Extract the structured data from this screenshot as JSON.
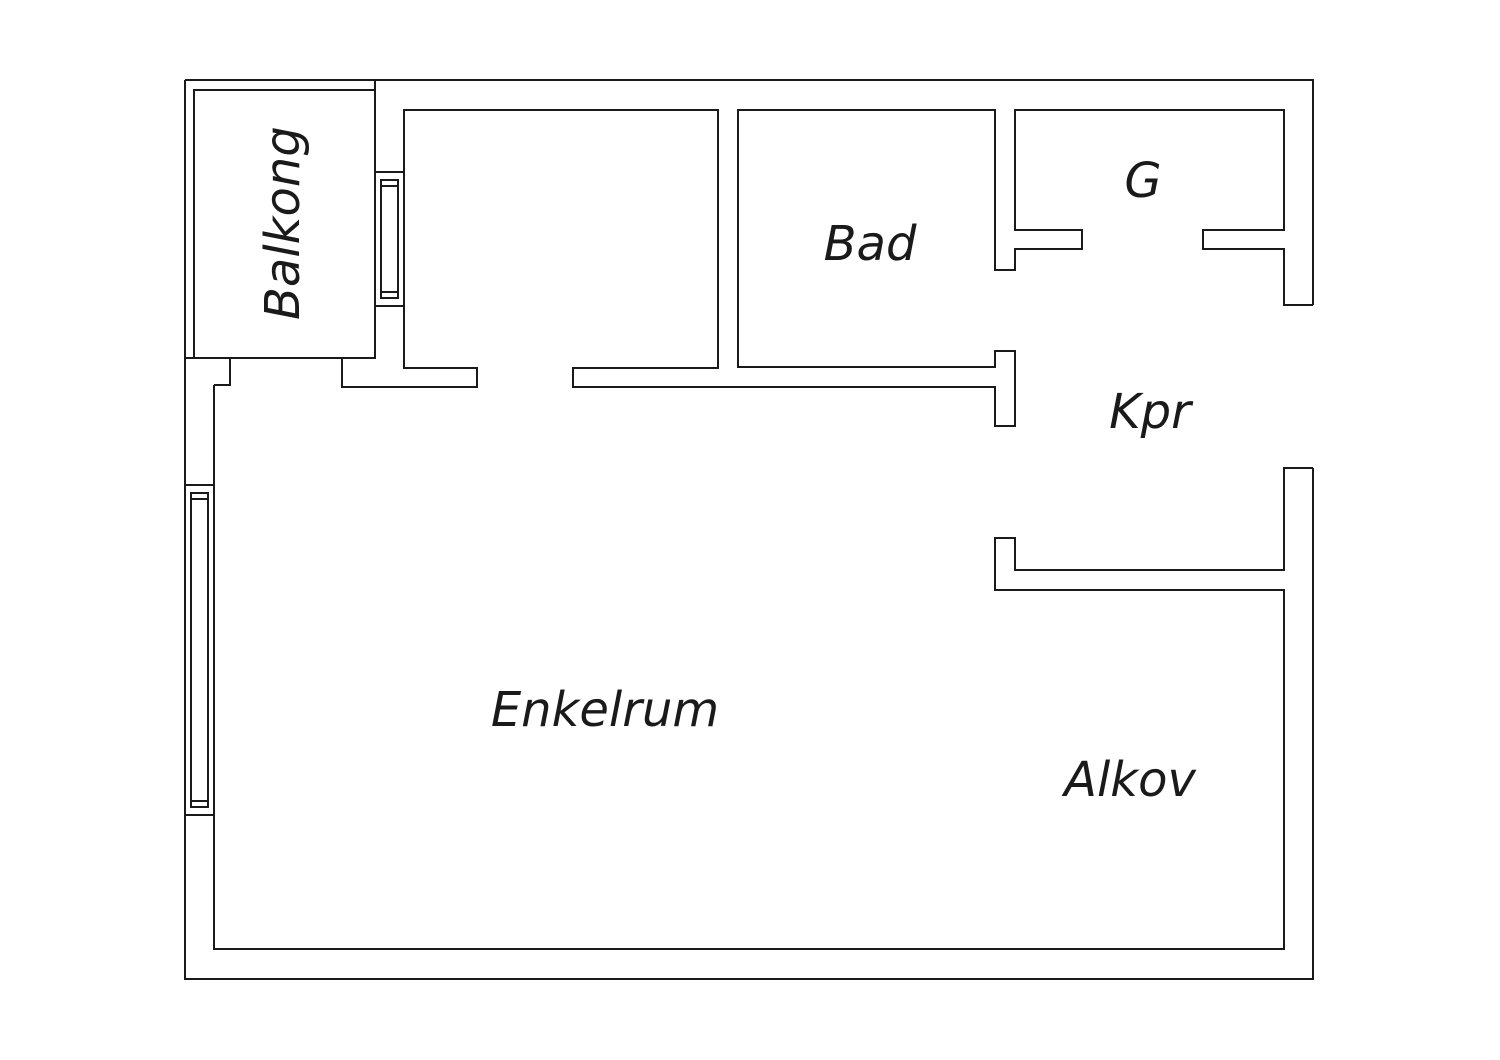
{
  "rooms": {
    "balcony": "Balkong",
    "bath": "Bad",
    "wardrobe": "G",
    "corridor": "Kpr",
    "main_room": "Enkelrum",
    "alcove": "Alkov"
  }
}
